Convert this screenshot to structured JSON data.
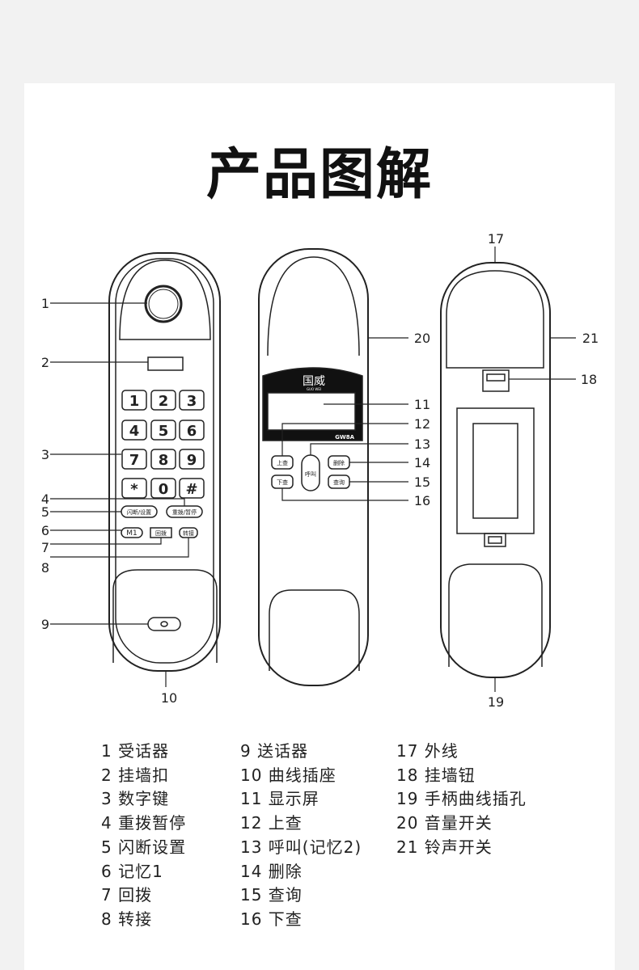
{
  "title": "产品图解",
  "keys": [
    "1",
    "2",
    "3",
    "4",
    "5",
    "6",
    "7",
    "8",
    "9",
    "*",
    "0",
    "#"
  ],
  "phone1_buttons": {
    "flash": "闪断/设置",
    "redial": "重拨/暂停",
    "m1": "M1",
    "callback": "回拨",
    "transfer": "转接"
  },
  "phone2": {
    "brand": "国威",
    "brand_pinyin": "GUO WEI",
    "model": "GW8A",
    "up": "上查",
    "down": "下查",
    "call": "呼叫",
    "delete": "删除",
    "query": "查询"
  },
  "callouts": [
    "1",
    "2",
    "3",
    "4",
    "5",
    "6",
    "7",
    "8",
    "9",
    "10",
    "11",
    "12",
    "13",
    "14",
    "15",
    "16",
    "17",
    "18",
    "19",
    "20",
    "21"
  ],
  "legend": [
    [
      "1 受话器",
      "2 挂墙扣",
      "3 数字键",
      "4 重拨暂停",
      "5 闪断设置",
      "6 记忆1",
      "7 回拨",
      "8 转接"
    ],
    [
      "9  送话器",
      "10 曲线插座",
      "11 显示屏",
      "12 上查",
      "13 呼叫(记忆2)",
      "14 删除",
      "15 查询",
      "16 下查"
    ],
    [
      "17 外线",
      "18 挂墙钮",
      "19 手柄曲线插孔",
      "20 音量开关",
      "21 铃声开关"
    ]
  ]
}
